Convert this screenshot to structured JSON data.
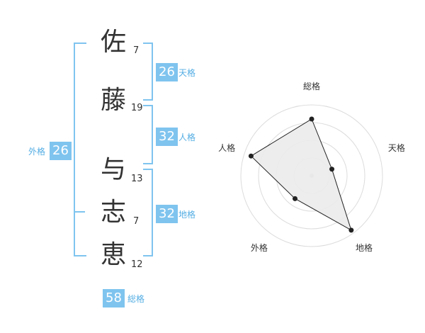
{
  "name": {
    "chars": [
      {
        "kanji": "佐",
        "strokes": "7"
      },
      {
        "kanji": "藤",
        "strokes": "19"
      },
      {
        "kanji": "与",
        "strokes": "13"
      },
      {
        "kanji": "志",
        "strokes": "7"
      },
      {
        "kanji": "恵",
        "strokes": "12"
      }
    ]
  },
  "fortunes": {
    "tenkaku": {
      "value": "26",
      "label": "天格"
    },
    "jinkaku": {
      "value": "32",
      "label": "人格"
    },
    "chikaku": {
      "value": "32",
      "label": "地格"
    },
    "gaikaku": {
      "value": "26",
      "label": "外格"
    },
    "soukaku": {
      "value": "58",
      "label": "総格"
    }
  },
  "colors": {
    "accent": "#7fc4ef",
    "label": "#55aee4",
    "radar_fill": "#ebebeb",
    "ring": "#dcdcdc"
  },
  "chart_data": {
    "type": "radar",
    "axes": [
      "総格",
      "天格",
      "地格",
      "外格",
      "人格"
    ],
    "values": [
      0.8,
      0.3,
      0.95,
      0.4,
      0.9
    ],
    "rings": 4,
    "range": [
      0,
      1
    ]
  }
}
